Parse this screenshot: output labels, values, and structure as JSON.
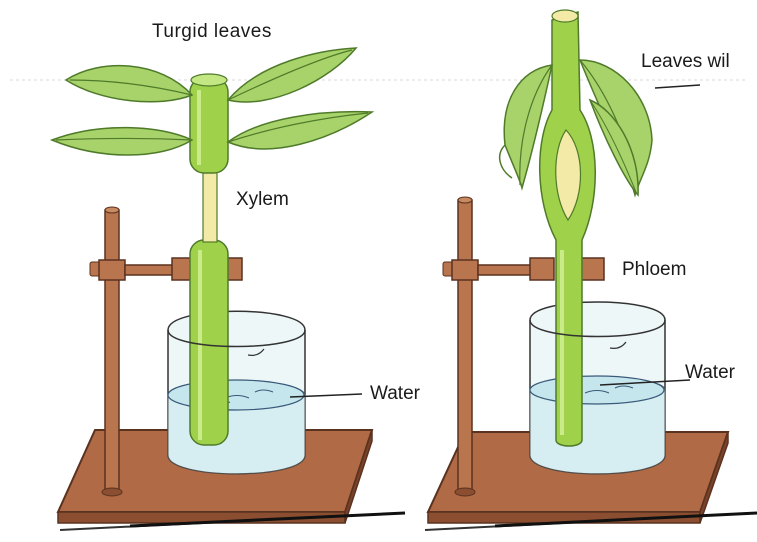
{
  "labels": {
    "turgid": "Turgid leaves",
    "wilt": "Leaves wil",
    "xylem": "Xylem",
    "phloem": "Phloem",
    "water_left": "Water",
    "water_right": "Water"
  },
  "colors": {
    "stem": "#9fd24a",
    "stem_dark": "#6f9a2a",
    "leaf": "#a7d36a",
    "leaf_vein": "#4f7a2a",
    "clamp": "#b8754e",
    "base": "#b06a45",
    "water": "#d6eef2",
    "glass": "#eef7f8",
    "xylem": "#f2eaa6"
  }
}
